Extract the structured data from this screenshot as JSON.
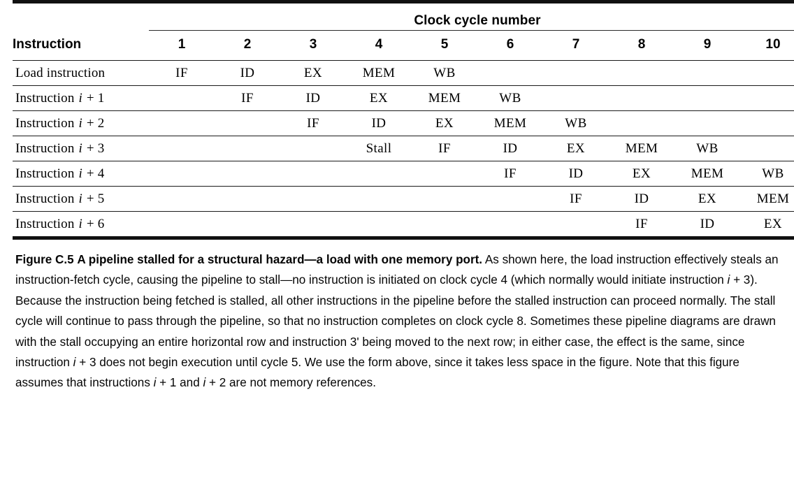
{
  "figure": {
    "spanner_header": "Clock cycle number",
    "row_header_label": "Instruction",
    "cycle_numbers": [
      "1",
      "2",
      "3",
      "4",
      "5",
      "6",
      "7",
      "8",
      "9",
      "10"
    ],
    "rows": [
      {
        "label_prefix": "Load instruction",
        "label_italic": "",
        "label_suffix": "",
        "cells": [
          "IF",
          "ID",
          "EX",
          "MEM",
          "WB",
          "",
          "",
          "",
          "",
          ""
        ]
      },
      {
        "label_prefix": "Instruction ",
        "label_italic": "i",
        "label_suffix": " + 1",
        "cells": [
          "",
          "IF",
          "ID",
          "EX",
          "MEM",
          "WB",
          "",
          "",
          "",
          ""
        ]
      },
      {
        "label_prefix": "Instruction ",
        "label_italic": "i",
        "label_suffix": " + 2",
        "cells": [
          "",
          "",
          "IF",
          "ID",
          "EX",
          "MEM",
          "WB",
          "",
          "",
          ""
        ]
      },
      {
        "label_prefix": "Instruction ",
        "label_italic": "i",
        "label_suffix": " + 3",
        "cells": [
          "",
          "",
          "",
          "Stall",
          "IF",
          "ID",
          "EX",
          "MEM",
          "WB",
          ""
        ]
      },
      {
        "label_prefix": "Instruction ",
        "label_italic": "i",
        "label_suffix": " + 4",
        "cells": [
          "",
          "",
          "",
          "",
          "",
          "IF",
          "ID",
          "EX",
          "MEM",
          "WB"
        ]
      },
      {
        "label_prefix": "Instruction ",
        "label_italic": "i",
        "label_suffix": " + 5",
        "cells": [
          "",
          "",
          "",
          "",
          "",
          "",
          "IF",
          "ID",
          "EX",
          "MEM"
        ]
      },
      {
        "label_prefix": "Instruction ",
        "label_italic": "i",
        "label_suffix": " + 6",
        "cells": [
          "",
          "",
          "",
          "",
          "",
          "",
          "",
          "IF",
          "ID",
          "EX"
        ]
      }
    ]
  },
  "caption": {
    "figure_number": "Figure C.5",
    "bold_title": "A pipeline stalled for a structural hazard—a load with one memory port.",
    "body_part_1": " As shown here, the load instruction effectively steals an instruction-fetch cycle, causing the pipeline to stall—no instruction is initiated on clock cycle 4 (which normally would initiate instruction ",
    "italic_1": "i",
    "body_part_2": " + 3). Because the instruction being fetched is stalled, all other instructions in the pipeline before the stalled instruction can proceed normally. The stall cycle will continue to pass through the pipeline, so that no instruction completes on clock cycle 8. Sometimes these pipeline diagrams are drawn with the stall occupying an entire horizontal row and instruction 3' being moved to the next row; in either case, the effect is the same, since instruction ",
    "italic_2": "i",
    "body_part_3": " + 3 does not begin execution until cycle 5. We use the form above, since it takes less space in the figure. Note that this figure assumes that instructions ",
    "italic_3": "i",
    "body_part_4": " + 1 and ",
    "italic_4": "i",
    "body_part_5": " + 2 are not memory references."
  },
  "colors": {
    "rule": "#111111",
    "text": "#000000",
    "background": "#ffffff"
  }
}
